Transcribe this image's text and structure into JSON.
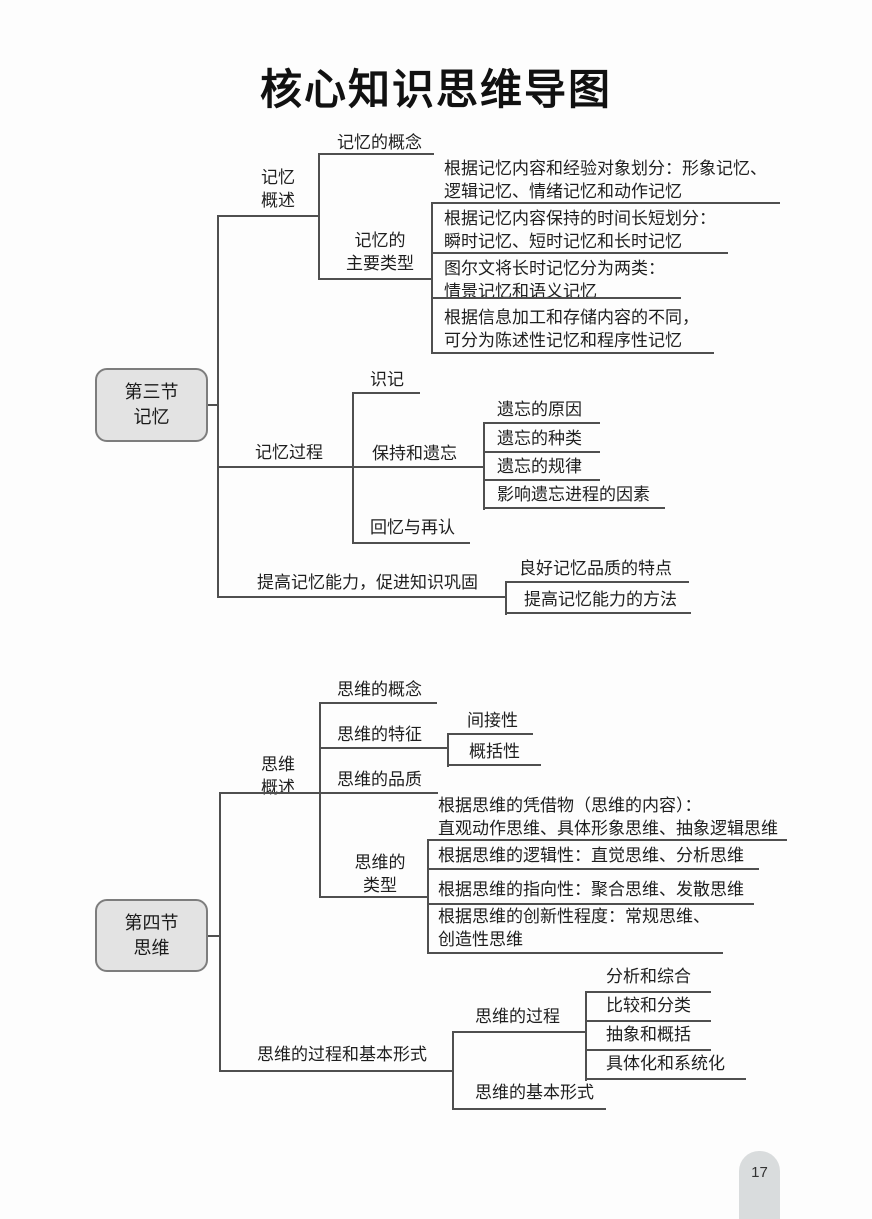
{
  "title": "核心知识思维导图",
  "page_number": "17",
  "section3": {
    "node_label": "第三节\n记忆",
    "overview_label": "记忆\n概述",
    "concept": "记忆的概念",
    "types_label": "记忆的\n主要类型",
    "type_items": [
      "根据记忆内容和经验对象划分：形象记忆、\n逻辑记忆、情绪记忆和动作记忆",
      "根据记忆内容保持的时间长短划分：\n瞬时记忆、短时记忆和长时记忆",
      "图尔文将长时记忆分为两类：\n情景记忆和语义记忆",
      "根据信息加工和存储内容的不同，\n可分为陈述性记忆和程序性记忆"
    ],
    "process_label": "记忆过程",
    "memorize": "识记",
    "retention": "保持和遗忘",
    "recall": "回忆与再认",
    "forgetting_items": [
      "遗忘的原因",
      "遗忘的种类",
      "遗忘的规律",
      "影响遗忘进程的因素"
    ],
    "improve_label": "提高记忆能力，促进知识巩固",
    "improve_items": [
      "良好记忆品质的特点",
      "提高记忆能力的方法"
    ]
  },
  "section4": {
    "node_label": "第四节\n思维",
    "overview_label": "思维\n概述",
    "concept": "思维的概念",
    "features_label": "思维的特征",
    "feature_items": [
      "间接性",
      "概括性"
    ],
    "quality": "思维的品质",
    "types_label": "思维的\n类型",
    "type_items": [
      "根据思维的凭借物（思维的内容）：\n直观动作思维、具体形象思维、抽象逻辑思维",
      "根据思维的逻辑性：直觉思维、分析思维",
      "根据思维的指向性：聚合思维、发散思维",
      "根据思维的创新性程度：常规思维、\n创造性思维"
    ],
    "process_form_label": "思维的过程和基本形式",
    "process_label": "思维的过程",
    "process_items": [
      "分析和综合",
      "比较和分类",
      "抽象和概括",
      "具体化和系统化"
    ],
    "basic_form_label": "思维的基本形式"
  }
}
